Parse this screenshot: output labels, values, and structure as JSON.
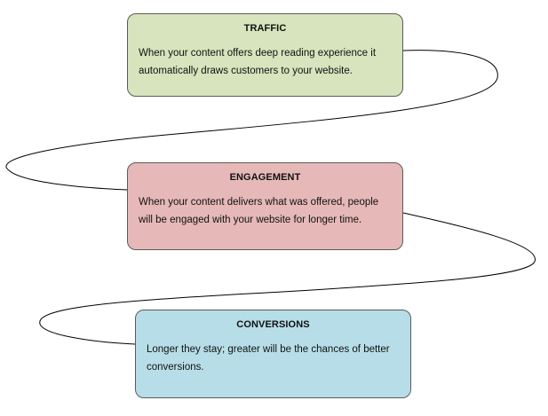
{
  "diagram": {
    "boxes": [
      {
        "id": "traffic",
        "title": "TRAFFIC",
        "text": "When your content offers deep reading experience it automatically draws customers to your website.",
        "fill": "#d7e4bd"
      },
      {
        "id": "engagement",
        "title": "ENGAGEMENT",
        "text": "When your content delivers what was offered, people will be engaged with your website for longer time.",
        "fill": "#e6b9b8"
      },
      {
        "id": "conversions",
        "title": "CONVERSIONS",
        "text": "Longer they stay; greater will be the chances of better conversions.",
        "fill": "#b7dee8"
      }
    ],
    "connector_color": "#000000"
  }
}
